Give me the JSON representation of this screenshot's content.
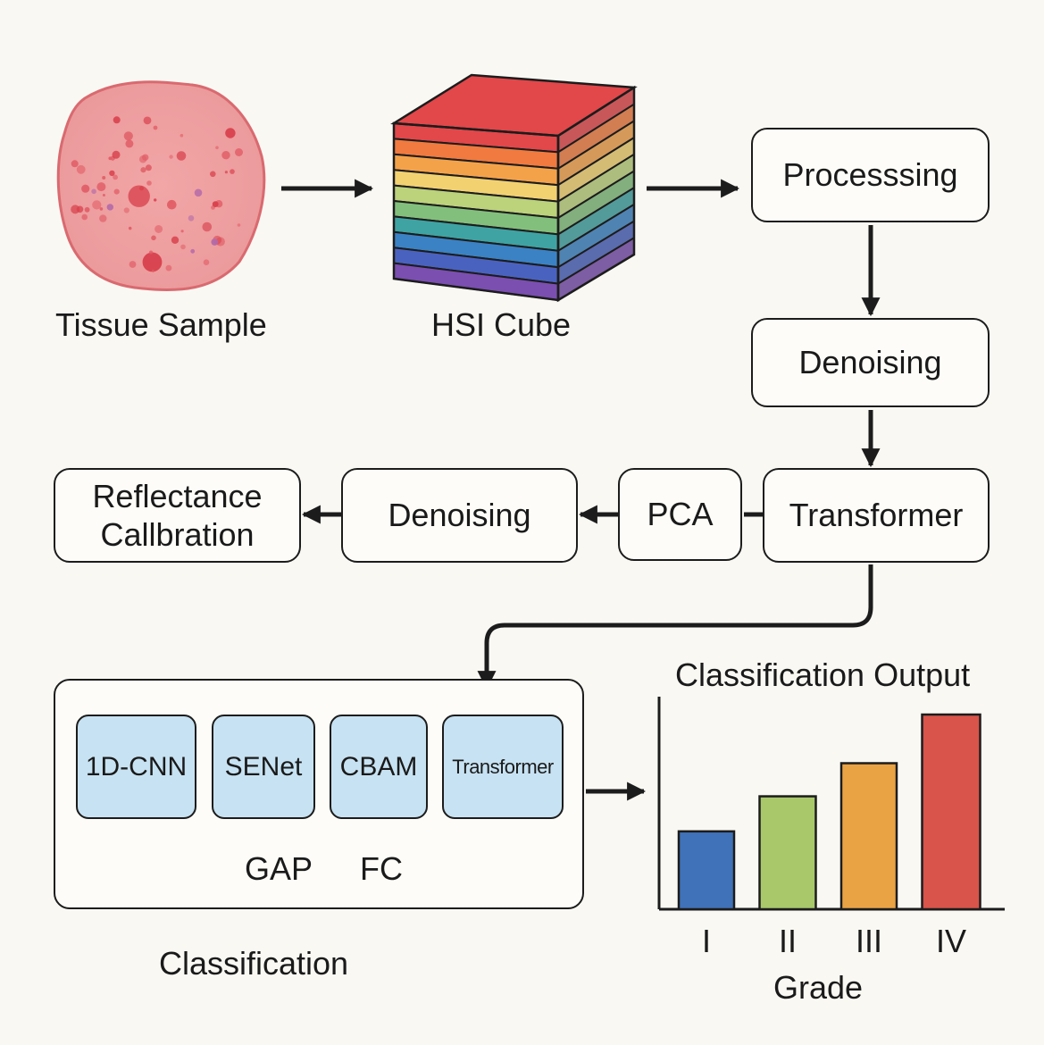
{
  "tissue": {
    "label": "Tissue Sample"
  },
  "cube": {
    "label": "HSI Cube",
    "band_colors": [
      "#e2474a",
      "#f07a3f",
      "#f4a24a",
      "#f2d171",
      "#bcd27b",
      "#83bf7c",
      "#3fa3a3",
      "#3b82c4",
      "#4a62bf",
      "#7a4fb0"
    ]
  },
  "pipeline": {
    "processing": "Processsing",
    "denoising_top": "Denoising",
    "transformer": "Transformer",
    "pca": "PCA",
    "denoising_mid": "Denoising",
    "reflectance_line1": "Reflectance",
    "reflectance_line2": "Callbration"
  },
  "classification": {
    "modules": [
      "1D-CNN",
      "SENet",
      "CBAM",
      "Transformer"
    ],
    "gap": "GAP",
    "fc": "FC",
    "label": "Classification"
  },
  "chart_data": {
    "type": "bar",
    "title": "Classification Output",
    "xlabel": "Grade",
    "ylabel": "",
    "categories": [
      "I",
      "II",
      "III",
      "IV"
    ],
    "values": [
      40,
      58,
      75,
      100
    ],
    "ylim": [
      0,
      100
    ],
    "colors": [
      "#3f72b8",
      "#a8c86a",
      "#eaa344",
      "#d9544a"
    ],
    "grid": false
  },
  "colors": {
    "stroke": "#1c1c1c",
    "module_fill": "#c7e2f2",
    "background": "#faf8f3"
  }
}
